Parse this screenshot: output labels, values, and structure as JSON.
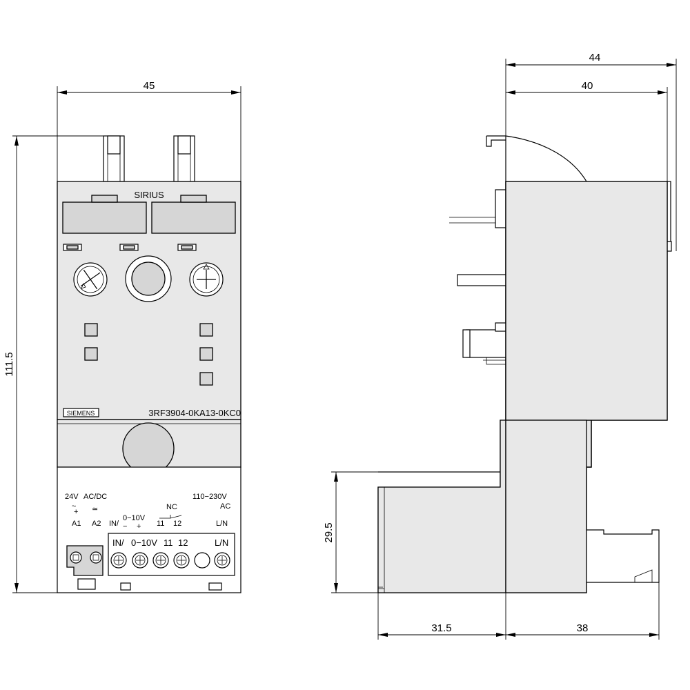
{
  "front_view": {
    "brand_label": "SIRIUS",
    "manufacturer_label": "SIEMENS",
    "order_number": "3RF3904-0KA13-0KC0",
    "supply_label_1": "24V",
    "supply_label_2": "AC/DC",
    "supply_sym_1": "~",
    "supply_sym_1b": "+",
    "supply_sym_2": "≃",
    "terminal_a1": "A1",
    "terminal_a2": "A2",
    "in_label": "IN/",
    "in_minus": "−",
    "range_label": "0−10V",
    "range_plus": "+",
    "nc_label": "NC",
    "term_11": "11",
    "term_12": "12",
    "mains_label_1": "110−230V",
    "mains_label_2": "AC",
    "ln_label": "L/N",
    "strip_in": "IN/",
    "strip_range": "0−10V",
    "strip_11": "11",
    "strip_12": "12",
    "strip_ln": "L/N"
  },
  "dimensions": {
    "width_front": "45",
    "height_total": "111.5",
    "depth_total": "44",
    "depth_body": "40",
    "height_lower": "29.5",
    "depth_lower_left": "31.5",
    "depth_lower_right": "38"
  }
}
